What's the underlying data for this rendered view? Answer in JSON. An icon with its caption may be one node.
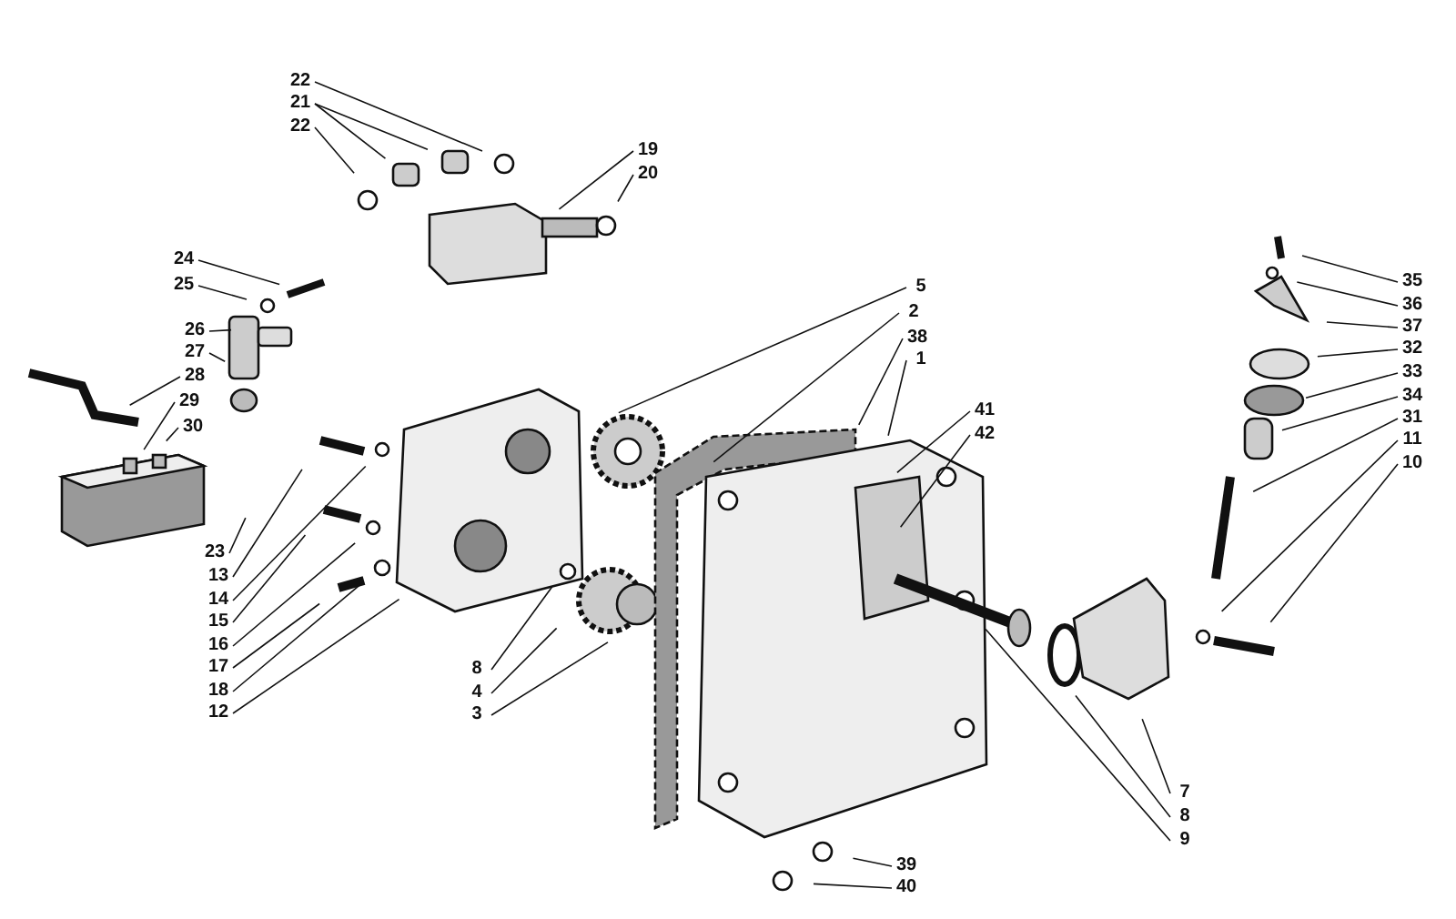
{
  "diagram": {
    "nodes": [
      {
        "text": [
          "22"
        ]
      },
      {
        "text": [
          "21"
        ]
      },
      {
        "text": [
          "22"
        ]
      },
      {
        "text": [
          "19"
        ]
      },
      {
        "text": [
          "20"
        ]
      },
      {
        "text": [
          "35"
        ]
      },
      {
        "text": [
          "36"
        ]
      },
      {
        "text": [
          "37"
        ]
      },
      {
        "text": [
          "24"
        ]
      },
      {
        "text": [
          "25"
        ]
      },
      {
        "text": [
          "5"
        ]
      },
      {
        "text": [
          "2"
        ]
      },
      {
        "text": [
          "38"
        ]
      },
      {
        "text": [
          "1"
        ]
      },
      {
        "text": [
          "32"
        ]
      },
      {
        "text": [
          "33"
        ]
      },
      {
        "text": [
          "34"
        ]
      },
      {
        "text": [
          "31"
        ]
      },
      {
        "text": [
          "26"
        ]
      },
      {
        "text": [
          "27"
        ]
      },
      {
        "text": [
          "41"
        ]
      },
      {
        "text": [
          "42"
        ]
      },
      {
        "text": [
          "11"
        ]
      },
      {
        "text": [
          "10"
        ]
      },
      {
        "text": [
          "28"
        ]
      },
      {
        "text": [
          "29"
        ]
      },
      {
        "text": [
          "30"
        ]
      },
      {
        "text": [
          "23"
        ]
      },
      {
        "text": [
          "13"
        ]
      },
      {
        "text": [
          "14"
        ]
      },
      {
        "text": [
          "15"
        ]
      },
      {
        "text": [
          "16"
        ]
      },
      {
        "text": [
          "17"
        ]
      },
      {
        "text": [
          "18"
        ]
      },
      {
        "text": [
          "12"
        ]
      },
      {
        "text": [
          "8"
        ]
      },
      {
        "text": [
          "4"
        ]
      },
      {
        "text": [
          "3"
        ]
      },
      {
        "text": [
          "7"
        ]
      },
      {
        "text": [
          "8"
        ]
      },
      {
        "text": [
          "9"
        ]
      },
      {
        "text": [
          "39"
        ]
      },
      {
        "text": [
          "40"
        ]
      }
    ],
    "edges": [
      {
        "from": 0,
        "to": null,
        "arrow": "none"
      },
      {
        "from": 1,
        "to": null,
        "arrow": "none"
      },
      {
        "from": 1,
        "to": null,
        "arrow": "none"
      },
      {
        "from": 2,
        "to": null,
        "arrow": "none"
      },
      {
        "from": 3,
        "to": null,
        "arrow": "none"
      },
      {
        "from": 4,
        "to": null,
        "arrow": "none"
      },
      {
        "from": 5,
        "to": null,
        "arrow": "none"
      },
      {
        "from": 6,
        "to": null,
        "arrow": "none"
      },
      {
        "from": 7,
        "to": null,
        "arrow": "none"
      },
      {
        "from": 8,
        "to": null,
        "arrow": "none"
      },
      {
        "from": 9,
        "to": null,
        "arrow": "none"
      },
      {
        "from": 10,
        "to": null,
        "arrow": "none"
      },
      {
        "from": 11,
        "to": null,
        "arrow": "none"
      },
      {
        "from": 12,
        "to": null,
        "arrow": "none"
      },
      {
        "from": 13,
        "to": null,
        "arrow": "none"
      },
      {
        "from": 14,
        "to": null,
        "arrow": "none"
      },
      {
        "from": 15,
        "to": null,
        "arrow": "none"
      },
      {
        "from": 16,
        "to": null,
        "arrow": "none"
      },
      {
        "from": 17,
        "to": null,
        "arrow": "none"
      },
      {
        "from": 18,
        "to": null,
        "arrow": "none"
      },
      {
        "from": 19,
        "to": null,
        "arrow": "none"
      },
      {
        "from": 20,
        "to": null,
        "arrow": "none"
      },
      {
        "from": 21,
        "to": null,
        "arrow": "none"
      },
      {
        "from": 22,
        "to": null,
        "arrow": "none"
      },
      {
        "from": 23,
        "to": null,
        "arrow": "none"
      },
      {
        "from": 24,
        "to": null,
        "arrow": "none"
      },
      {
        "from": 25,
        "to": null,
        "arrow": "none"
      },
      {
        "from": 26,
        "to": null,
        "arrow": "none"
      },
      {
        "from": 27,
        "to": null,
        "arrow": "none"
      },
      {
        "from": 28,
        "to": null,
        "arrow": "none"
      },
      {
        "from": 29,
        "to": null,
        "arrow": "none"
      },
      {
        "from": 30,
        "to": null,
        "arrow": "none"
      },
      {
        "from": 31,
        "to": null,
        "arrow": "none"
      },
      {
        "from": 32,
        "to": null,
        "arrow": "none"
      },
      {
        "from": 33,
        "to": null,
        "arrow": "none"
      },
      {
        "from": 34,
        "to": null,
        "arrow": "none"
      },
      {
        "from": 35,
        "to": null,
        "arrow": "none"
      },
      {
        "from": 36,
        "to": null,
        "arrow": "none"
      },
      {
        "from": 37,
        "to": null,
        "arrow": "none"
      },
      {
        "from": 38,
        "to": null,
        "arrow": "none"
      },
      {
        "from": 39,
        "to": null,
        "arrow": "none"
      },
      {
        "from": 40,
        "to": null,
        "arrow": "none"
      },
      {
        "from": 41,
        "to": null,
        "arrow": "none"
      },
      {
        "from": 42,
        "to": null,
        "arrow": "none"
      }
    ]
  }
}
